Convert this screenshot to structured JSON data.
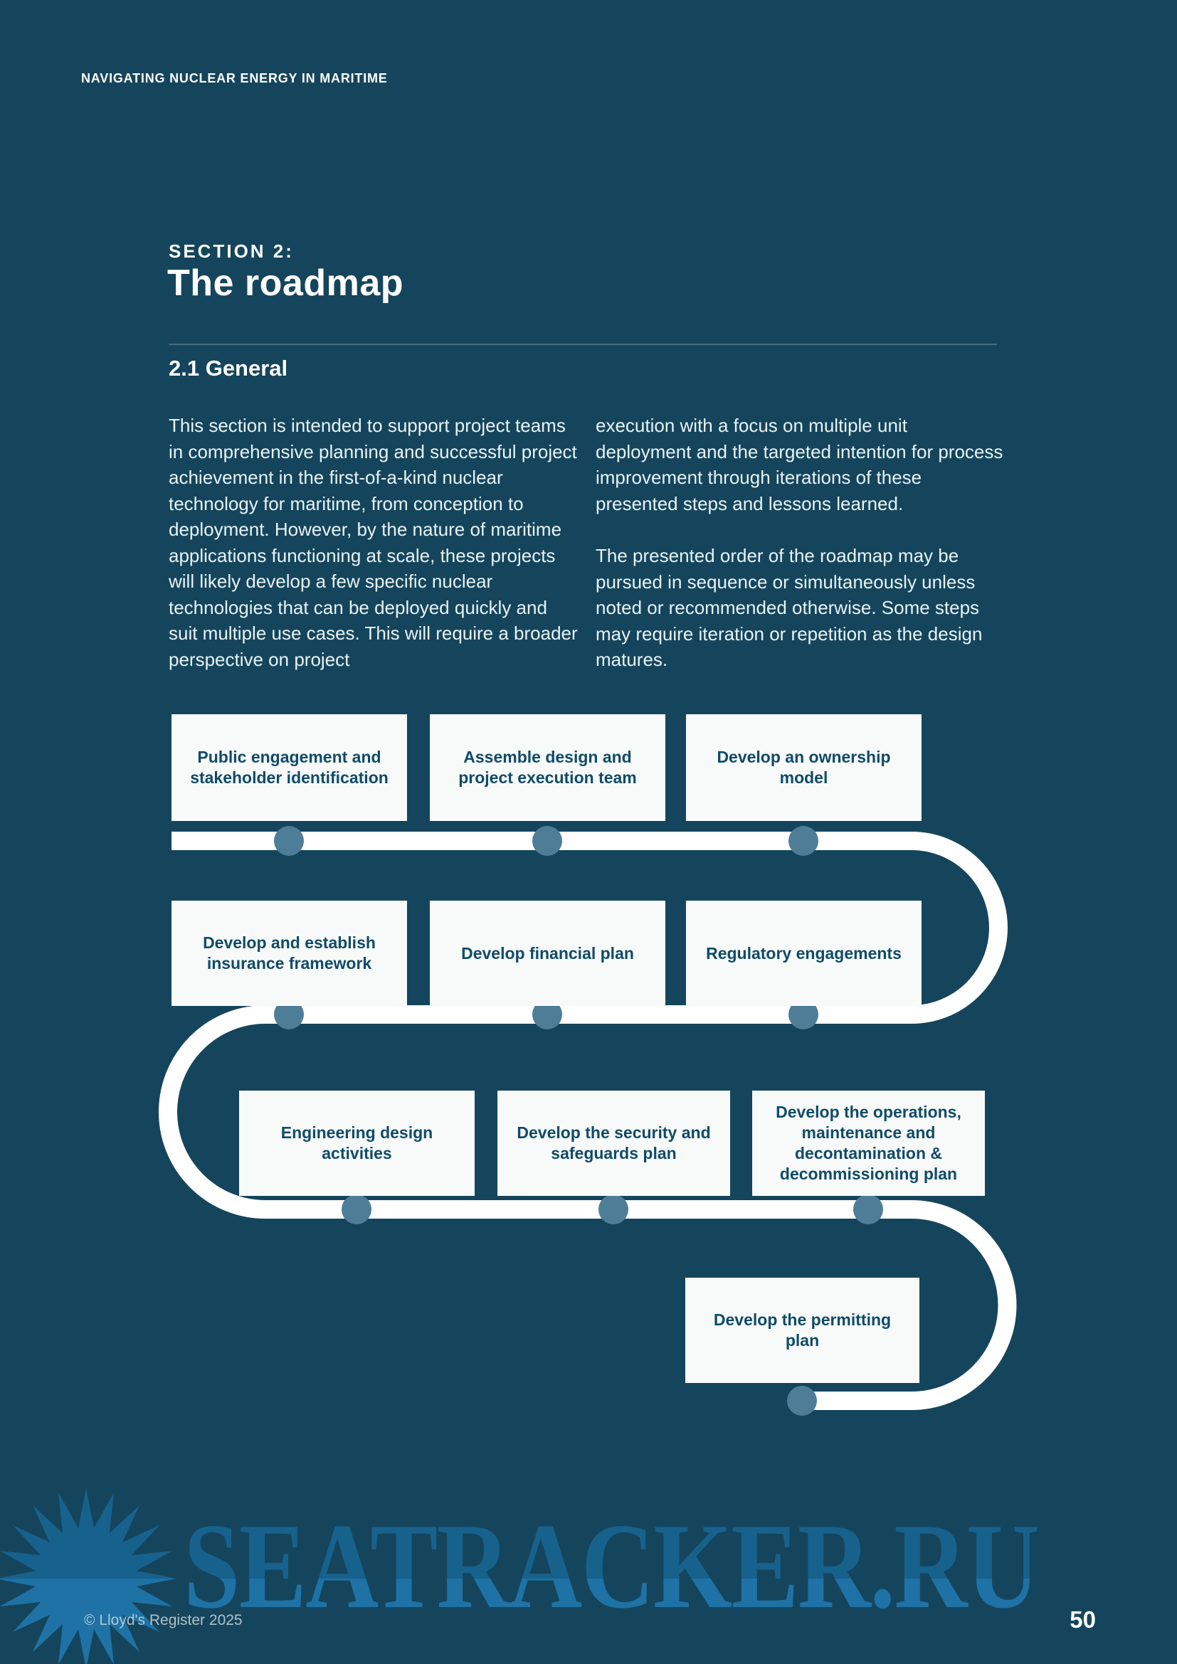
{
  "page": {
    "running_header": "NAVIGATING NUCLEAR ENERGY IN MARITIME",
    "copyright": "© Lloyd's Register 2025",
    "page_number": "50"
  },
  "section": {
    "eyebrow": "SECTION 2:",
    "title": "The roadmap",
    "subsection": "2.1 General"
  },
  "body": {
    "left": [
      "This section is intended to support project teams in comprehensive planning and successful project achievement in the first-of-a-kind nuclear technology for maritime, from conception to deployment. However, by the nature of maritime applications functioning at scale, these projects will likely develop a few specific nuclear technologies that can be deployed quickly and suit multiple use cases. This will require a broader perspective on project"
    ],
    "right": [
      "execution with a focus on multiple unit deployment and the targeted intention for process improvement through iterations of these presented steps and lessons learned.",
      "The presented order of the roadmap may be pursued in sequence or simultaneously unless noted or recommended otherwise. Some steps may require iteration or repetition as the design matures."
    ]
  },
  "roadmap": {
    "boxes": [
      {
        "label": "Public engagement and stakeholder identification"
      },
      {
        "label": "Assemble design and project execution team"
      },
      {
        "label": "Develop an ownership model"
      },
      {
        "label": "Develop and establish insurance framework"
      },
      {
        "label": "Develop financial plan"
      },
      {
        "label": "Regulatory engagements"
      },
      {
        "label": "Engineering design activities"
      },
      {
        "label": "Develop the security and safeguards plan"
      },
      {
        "label": "Develop the operations, maintenance and decontamination & decommissioning plan"
      },
      {
        "label": "Develop the permitting plan"
      }
    ]
  },
  "watermark": {
    "text": "SEATRACKER.RU",
    "icon": "sun-icon"
  },
  "colors": {
    "page_background": "#15455C",
    "box_fill": "#F8FAFA",
    "box_text": "#0F4B68",
    "connector_line": "#FFFFFF",
    "connector_dot": "#4E7D97",
    "body_text": "#E8F3F5",
    "watermark_top": "#17618D",
    "watermark_bottom": "#1E72A6"
  }
}
